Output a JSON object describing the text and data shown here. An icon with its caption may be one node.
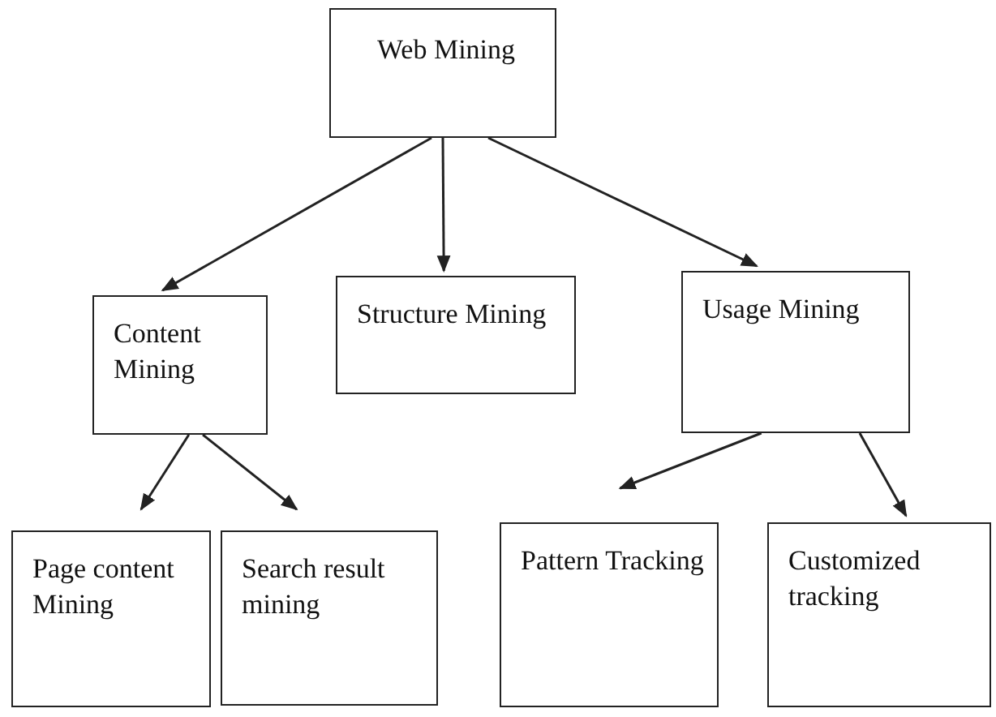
{
  "diagram": {
    "nodes": [
      {
        "text": [
          "Web Mining"
        ]
      },
      {
        "text": [
          "Content Mining"
        ]
      },
      {
        "text": [
          "Structure Mining"
        ]
      },
      {
        "text": [
          "Usage Mining"
        ]
      },
      {
        "text": [
          "Page content Mining"
        ]
      },
      {
        "text": [
          "Search result mining"
        ]
      },
      {
        "text": [
          "Pattern Tracking"
        ]
      },
      {
        "text": [
          "Customized tracking"
        ]
      }
    ],
    "edges": [
      {
        "from": 0,
        "to": 1,
        "arrow": "to"
      },
      {
        "from": 0,
        "to": 2,
        "arrow": "to"
      },
      {
        "from": 0,
        "to": 3,
        "arrow": "to"
      },
      {
        "from": 1,
        "to": 4,
        "arrow": "to"
      },
      {
        "from": 1,
        "to": 5,
        "arrow": "to"
      },
      {
        "from": 3,
        "to": 6,
        "arrow": "to"
      },
      {
        "from": 3,
        "to": 7,
        "arrow": "to"
      }
    ]
  }
}
